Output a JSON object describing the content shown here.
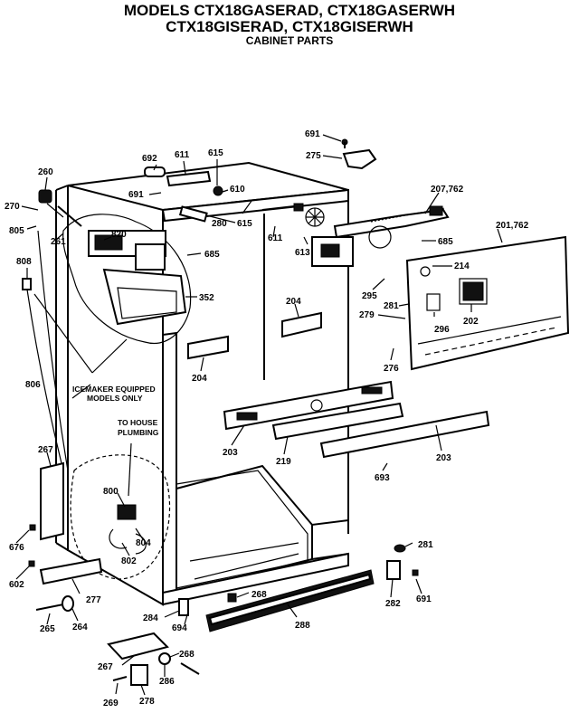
{
  "header": {
    "line1": "MODELS CTX18GASERAD, CTX18GASERWH",
    "line2": "CTX18GISERAD, CTX18GISERWH",
    "line3": "CABINET PARTS"
  },
  "notes": {
    "icemaker_1": "ICEMAKER EQUIPPED",
    "icemaker_2": "MODELS ONLY",
    "plumbing_1": "TO HOUSE",
    "plumbing_2": "PLUMBING"
  },
  "callouts": {
    "c260": "260",
    "c270": "270",
    "c805": "805",
    "c261": "261",
    "c808": "808",
    "c806": "806",
    "c692": "692",
    "c611a": "611",
    "c615a": "615",
    "c691a": "691",
    "c610": "610",
    "c615b": "615",
    "c280": "280",
    "c820": "820",
    "c685a": "685",
    "c352": "352",
    "c691b": "691",
    "c275": "275",
    "c207": "207,762",
    "c611b": "611",
    "c613": "613",
    "c685b": "685",
    "c201": "201,762",
    "c214": "214",
    "c295": "295",
    "c281a": "281",
    "c279": "279",
    "c202": "202",
    "c296": "296",
    "c276": "276",
    "c204a": "204",
    "c204b": "204",
    "c203a": "203",
    "c219": "219",
    "c203b": "203",
    "c693": "693",
    "c267a": "267",
    "c800": "800",
    "c804": "804",
    "c802": "802",
    "c676": "676",
    "c602": "602",
    "c277": "277",
    "c265": "265",
    "c264": "264",
    "c284": "284",
    "c694": "694",
    "c268a": "268",
    "c288": "288",
    "c281b": "281",
    "c282": "282",
    "c691c": "691",
    "c267b": "267",
    "c268b": "268",
    "c286": "286",
    "c269": "269",
    "c278": "278"
  }
}
